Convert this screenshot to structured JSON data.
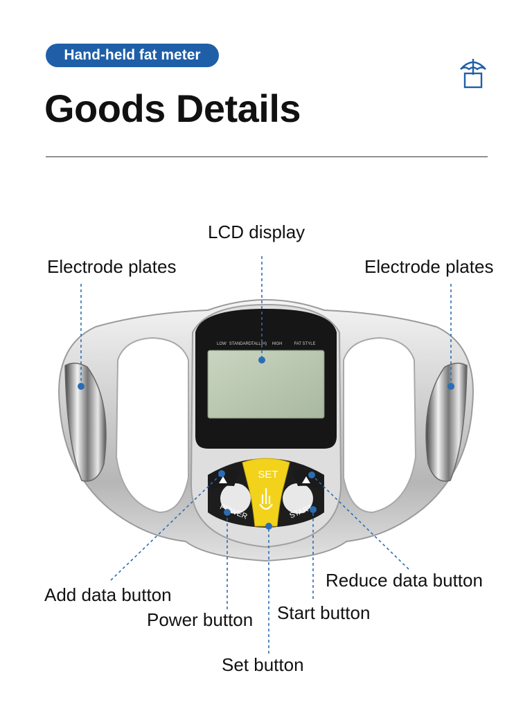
{
  "header": {
    "badge": "Hand-held fat meter",
    "title": "Goods Details",
    "brand_icon": "umbrella-box-icon"
  },
  "device": {
    "lcd_headers": [
      "LOW",
      "STANDARD",
      "TALL(H)",
      "HIGH",
      "FAT STYLE"
    ],
    "set_label": "SET",
    "power_label": "POWER",
    "start_label": "START"
  },
  "callouts": {
    "lcd": "LCD display",
    "electrode_left": "Electrode plates",
    "electrode_right": "Electrode plates",
    "add": "Add data button",
    "power": "Power button",
    "set": "Set button",
    "start": "Start button",
    "reduce": "Reduce data button"
  },
  "colors": {
    "accent": "#1e5fa8",
    "leader": "#2a6db5",
    "set_button": "#f2d21b",
    "lcd": "#b9c7b0"
  }
}
